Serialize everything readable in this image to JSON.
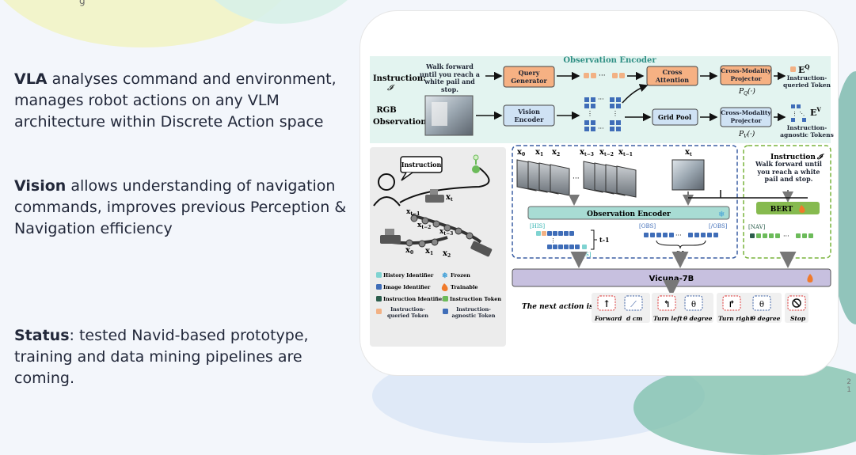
{
  "slide": {
    "top_fragment": "g",
    "vla": {
      "bold": "VLA",
      "text": " analyses command and environment, manages robot actions on any VLM architecture within Discrete Action space"
    },
    "vision": {
      "bold": "Vision",
      "text": " allows understanding of navigation commands, improves previous Perception & Navigation efficiency"
    },
    "status": {
      "bold": "Status",
      "text": ": tested Navid-based prototype, training and data mining pipelines are coming."
    },
    "page_number_top": "2",
    "page_number_bottom": "1"
  },
  "diagram": {
    "observation_encoder_title": "Observation Encoder",
    "instruction_label": "Instruction:",
    "instruction_symbol": "𝓘",
    "instruction_text": "Walk forward until you reach a white pail and stop.",
    "rgb_label": "RGB",
    "observation_label": "Observation:",
    "query_generator": "Query Generator",
    "vision_encoder": "Vision Encoder",
    "cross_attention": "Cross Attention",
    "grid_pool": "Grid Pool",
    "cross_modality_projector_q": "Cross-Modality Projector",
    "cross_modality_projector_v": "Cross-Modality Projector",
    "pq": "P",
    "pq_sub": "Q",
    "pq_suffix": "(·)",
    "pv": "P",
    "pv_sub": "V",
    "pv_suffix": "(·)",
    "eq": "E",
    "eq_sup": "Q",
    "ev": "E",
    "ev_sup": "V",
    "instruction_queried": "Instruction-queried Token",
    "instruction_agnostic": "Instruction-agnostic Tokens",
    "bubble_instruction": "Instruction",
    "x0": "x",
    "x0_sub": "0",
    "x1": "x",
    "x1_sub": "1",
    "x2": "x",
    "x2_sub": "2",
    "xt3": "x",
    "xt3_sub": "t−3",
    "xt2": "x",
    "xt2_sub": "t−2",
    "xt1": "x",
    "xt1_sub": "t−1",
    "xt": "x",
    "xt_sub": "t",
    "robot_xt": "x",
    "robot_xt_sub": "t",
    "robot_xt1": "x",
    "robot_xt1_sub": "t−1",
    "robot_xt2": "x",
    "robot_xt2_sub": "t−2",
    "robot_xt3": "x",
    "robot_xt3_sub": "t−3",
    "robot_x0": "x",
    "robot_x0_sub": "0",
    "robot_x1": "x",
    "robot_x1_sub": "1",
    "robot_x2": "x",
    "robot_x2_sub": "2",
    "obs_encoder_inner": "Observation Encoder",
    "his_tag": "[HIS]",
    "his_close_tag": "[/HIS]",
    "obs_tag": "[OBS]",
    "obs_close_tag": "[/OBS]",
    "nav_tag": "[NAV]",
    "t_minus_1": "t-1",
    "count_64": "64",
    "instr_title": "Instruction",
    "instr_symbol": "𝓘",
    "instr_text": "Walk forward until you reach a white pail and stop.",
    "bert": "BERT",
    "vicuna": "Vicuna-7B",
    "next_action_label": "The next action is",
    "legend": {
      "history": "History Identifier",
      "image": "Image Identifier",
      "instruction_id": "Instruction Identifier",
      "queried": "Instruction-queried Token",
      "frozen": "Frozen",
      "trainable": "Trainable",
      "instruction_token": "Instruction Token",
      "agnostic": "Instruction-agnostic Token"
    },
    "actions": {
      "forward": "Forward",
      "d_cm": "d cm",
      "turn_left": "Turn left",
      "theta_degree_left": "θ degree",
      "turn_right": "Turn right",
      "theta_degree_right": "θ degree",
      "stop": "Stop"
    },
    "colors": {
      "orange": "#f6b183",
      "blue": "#cfe2f4",
      "teal": "#a8dcd4",
      "vicuna": "#c7c0df",
      "token_blue": "#3f6db8",
      "token_orange": "#f2b184",
      "token_teal": "#7fd3d1",
      "token_green": "#6cbb5a",
      "token_darkgreen": "#2b5d4c",
      "dashed_blue": "#3b5fa3",
      "dashed_green": "#79b33c"
    }
  }
}
